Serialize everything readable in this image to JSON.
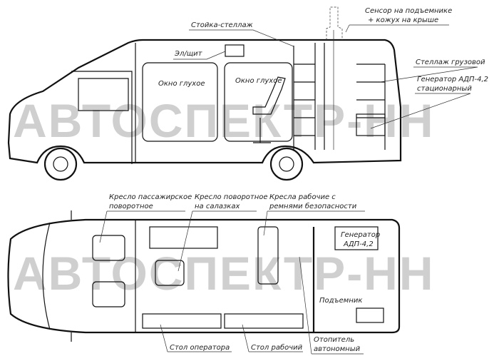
{
  "watermark": "АВТОСПЕКТР-НН",
  "side_view": {
    "labels": {
      "sensor_line1": "Сенсор на подъемнике",
      "sensor_line2": "+ кожух на крыше",
      "rack_post": "Стойка-стеллаж",
      "el_panel": "Эл/щит",
      "window_left": "Окно глухое",
      "window_right": "Окно глухое",
      "cargo_rack": "Стеллаж грузовой",
      "generator_line1": "Генератор АДП-4,2",
      "generator_line2": "стационарный"
    }
  },
  "top_view": {
    "labels": {
      "passenger_seat_line1": "Кресло пассажирское",
      "passenger_seat_line2": "поворотное",
      "swivel_seat_line1": "Кресло поворотное",
      "swivel_seat_line2": "на салазках",
      "work_seats_line1": "Кресла рабочие с",
      "work_seats_line2": "ремнями безопасности",
      "generator_line1": "Генератор",
      "generator_line2": "АДП-4,2",
      "lift": "Подъемник",
      "operator_table": "Стол оператора",
      "work_table": "Стол рабочий",
      "heater_line1": "Отопитель",
      "heater_line2": "автономный"
    }
  }
}
